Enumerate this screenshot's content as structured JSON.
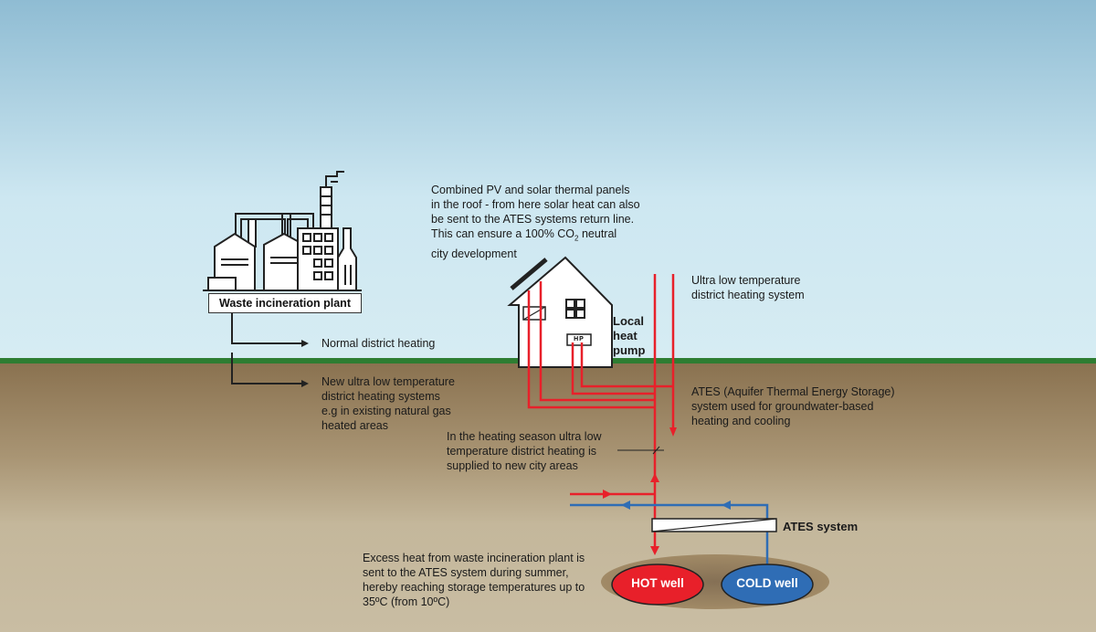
{
  "labels": {
    "plant": "Waste incineration plant",
    "normal_dh": "Normal district heating",
    "new_ult_1": "New ultra low temperature",
    "new_ult_2": "district heating systems",
    "new_ult_3": "e.g in existing natural gas",
    "new_ult_4": "heated areas",
    "pv_1": "Combined PV and solar thermal panels",
    "pv_2": "in the roof - from here solar heat can also",
    "pv_3": "be sent to the ATES systems return line.",
    "pv_4a": "This can ensure a 100% CO",
    "pv_4sub": "2",
    "pv_4b": " neutral",
    "pv_5": "city development",
    "hp_1": "Local",
    "hp_2": "heat",
    "hp_3": "pump",
    "hp_box": "HP",
    "ult_1": "Ultra low temperature",
    "ult_2": "district heating system",
    "ates_1": "ATES (Aquifer Thermal Energy Storage)",
    "ates_2": "system used for groundwater-based",
    "ates_3": "heating and cooling",
    "season_1": "In the heating season ultra low",
    "season_2": "temperature district heating is",
    "season_3": "supplied to new city areas",
    "ates_system": "ATES system",
    "excess_1": "Excess heat from waste incineration plant is",
    "excess_2": "sent to the ATES system during summer,",
    "excess_3": "hereby reaching storage temperatures up to",
    "excess_4": "35ºC (from 10ºC)",
    "hot_well": "HOT well",
    "cold_well": "COLD well"
  },
  "colors": {
    "hot": "#e8202a",
    "cold": "#2f6db5",
    "grass": "#2e7d32",
    "soil": "#8a7250"
  },
  "icons": [
    "factory-icon",
    "house-icon",
    "solar-panel-icon"
  ]
}
